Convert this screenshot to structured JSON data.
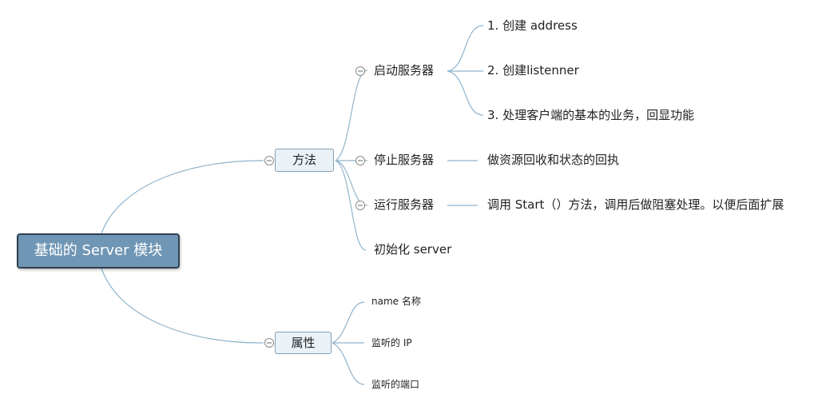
{
  "root": {
    "label": "基础的 Server 模块"
  },
  "branches": {
    "methods": {
      "label": "方法",
      "start_server": {
        "label": "启动服务器",
        "steps": [
          "1. 创建 address",
          "2. 创建listenner",
          "3. 处理客户端的基本的业务，回显功能"
        ]
      },
      "stop_server": {
        "label": "停止服务器",
        "detail": "做资源回收和状态的回执"
      },
      "run_server": {
        "label": "运行服务器",
        "detail": "调用 Start（）方法，调用后做阻塞处理。以便后面扩展"
      },
      "init_server": {
        "label": "初始化 server"
      }
    },
    "attributes": {
      "label": "属性",
      "items": [
        "name 名称",
        "监听的 IP",
        "监听的端口"
      ]
    }
  },
  "colors": {
    "edge": "#8fb4cc",
    "root_fill": "#7096b5",
    "root_border": "#2f4050",
    "box_fill": "#eaf2f8",
    "box_border": "#7f9fb6"
  },
  "icons": {
    "collapse": "collapse-minus-icon"
  }
}
